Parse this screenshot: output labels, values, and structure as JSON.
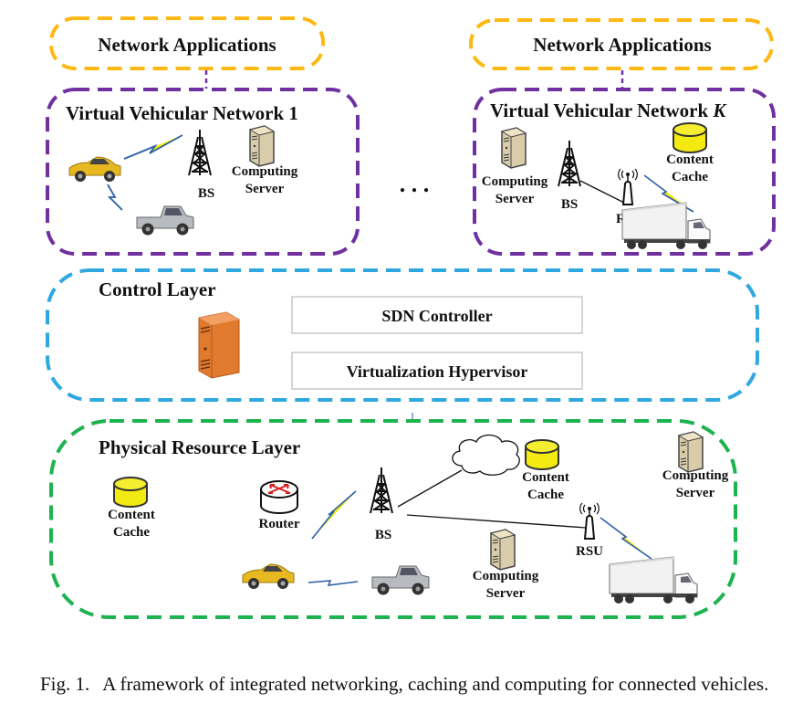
{
  "figure": {
    "colors": {
      "applications": "#FDB813",
      "virtual_network": "#7030A0",
      "control_layer": "#2FA8E0",
      "physical_layer": "#1DB34F",
      "server_orange": "#E07A2E",
      "cache_yellow": "#F2EA10",
      "wireless_link": "#2B5FA8"
    },
    "top_left": {
      "app_label": "Network Applications",
      "vvn_title": "Virtual Vehicular Network 1",
      "bs_label": "BS",
      "server_label_1": "Computing",
      "server_label_2": "Server"
    },
    "ellipsis": ". . .",
    "top_right": {
      "app_label": "Network Applications",
      "vvn_title_prefix": "Virtual Vehicular Network ",
      "vvn_title_k": "K",
      "server_label_1": "Computing",
      "server_label_2": "Server",
      "bs_label": "BS",
      "rsu_label": "RSU",
      "cache_label_1": "Content",
      "cache_label_2": "Cache"
    },
    "control_layer": {
      "title": "Control Layer",
      "sdn_controller": "SDN Controller",
      "hypervisor": "Virtualization Hypervisor"
    },
    "physical_layer": {
      "title": "Physical Resource Layer",
      "cache_left_1": "Content",
      "cache_left_2": "Cache",
      "router_label": "Router",
      "bs_label": "BS",
      "cache_mid_1": "Content",
      "cache_mid_2": "Cache",
      "server_right_1": "Computing",
      "server_right_2": "Server",
      "rsu_label": "RSU",
      "server_mid_1": "Computing",
      "server_mid_2": "Server"
    }
  },
  "caption": {
    "number": "Fig. 1.",
    "text": "A framework of integrated networking, caching and computing for connected vehicles."
  }
}
